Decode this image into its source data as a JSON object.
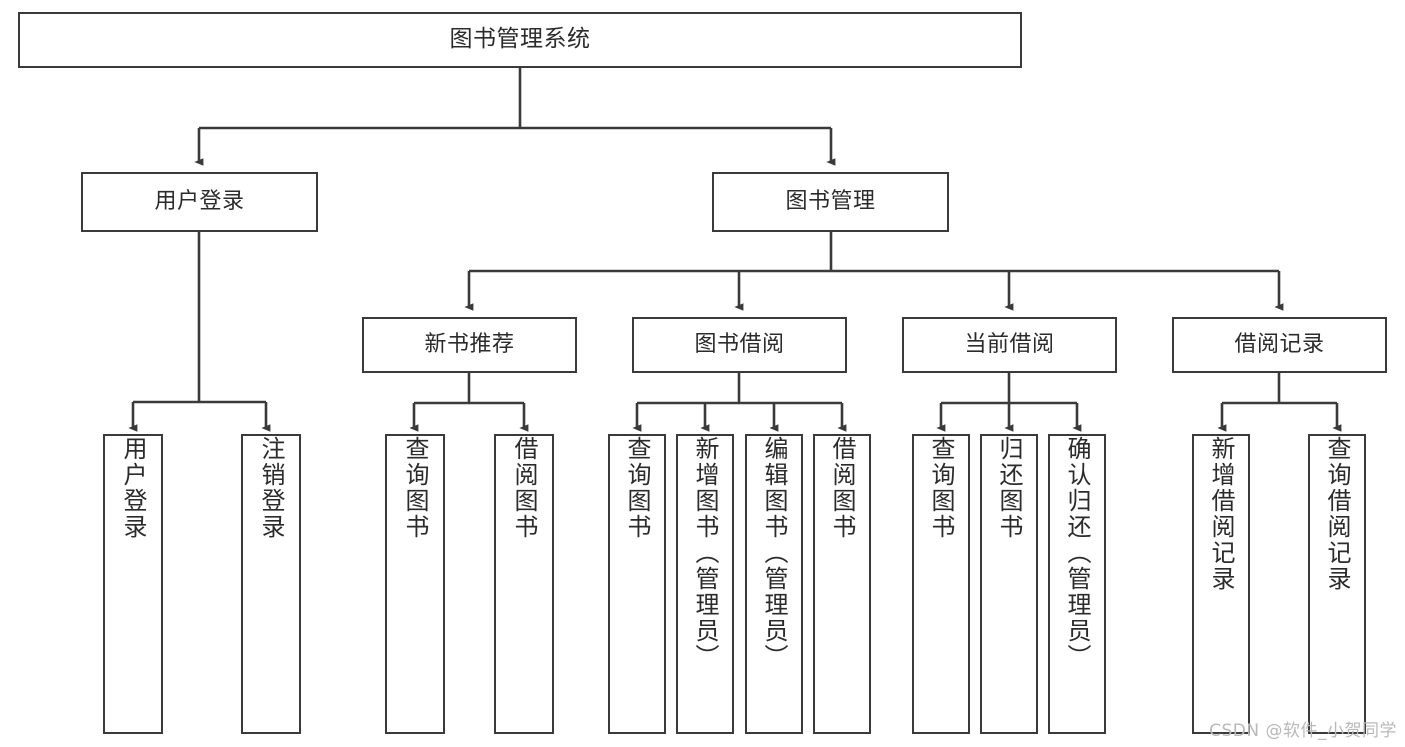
{
  "diagram": {
    "type": "tree",
    "title": "图书管理系统",
    "watermark": "CSDN @软件_小贺同学",
    "colors": {
      "stroke": "#3a3a3a",
      "text": "#2b2b2b",
      "background": "#ffffff",
      "watermark": "#b9b9b9"
    },
    "levels": {
      "root": {
        "label": "图书管理系统"
      },
      "level2": [
        {
          "label": "用户登录"
        },
        {
          "label": "图书管理"
        }
      ],
      "level3": [
        {
          "label": "新书推荐"
        },
        {
          "label": "图书借阅"
        },
        {
          "label": "当前借阅"
        },
        {
          "label": "借阅记录"
        }
      ],
      "level4": {
        "user_login_children": [
          {
            "label": "用户登录"
          },
          {
            "label": "注销登录"
          }
        ],
        "new_book_children": [
          {
            "label": "查询图书"
          },
          {
            "label": "借阅图书"
          }
        ],
        "borrow_children": [
          {
            "label": "查询图书"
          },
          {
            "label": "新增图书（管理员）"
          },
          {
            "label": "编辑图书（管理员）"
          },
          {
            "label": "借阅图书"
          }
        ],
        "current_borrow_children": [
          {
            "label": "查询图书"
          },
          {
            "label": "归还图书"
          },
          {
            "label": "确认归还（管理员）"
          }
        ],
        "record_children": [
          {
            "label": "新增借阅记录"
          },
          {
            "label": "查询借阅记录"
          }
        ]
      }
    }
  }
}
